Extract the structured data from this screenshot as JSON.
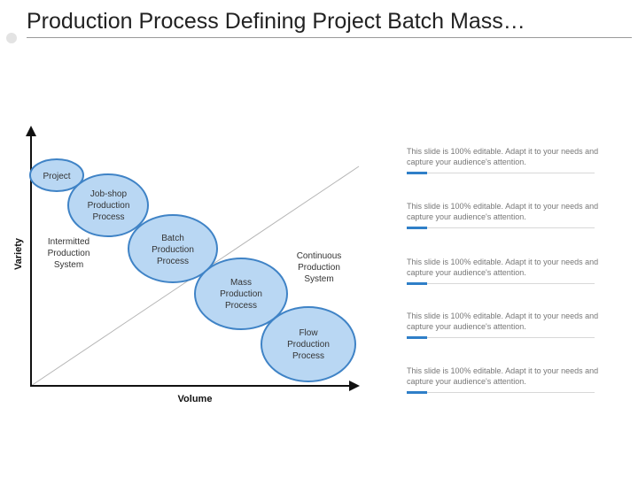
{
  "title": "Production Process Defining Project Batch Mass…",
  "axes": {
    "x_label": "Volume",
    "y_label": "Variety"
  },
  "regions": {
    "left": [
      "Intermitted",
      "Production",
      "System"
    ],
    "right": [
      "Continuous",
      "Production",
      "System"
    ]
  },
  "circles": [
    {
      "lines": [
        "Project"
      ]
    },
    {
      "lines": [
        "Job-shop",
        "Production",
        "Process"
      ]
    },
    {
      "lines": [
        "Batch",
        "Production",
        "Process"
      ]
    },
    {
      "lines": [
        "Mass",
        "Production",
        "Process"
      ]
    },
    {
      "lines": [
        "Flow",
        "Production",
        "Process"
      ]
    }
  ],
  "side_items": [
    {
      "text": "This slide is 100% editable. Adapt it to your needs and capture your audience's attention."
    },
    {
      "text": "This slide is 100% editable. Adapt it to your needs and capture your audience's attention."
    },
    {
      "text": "This slide is 100% editable. Adapt it to your needs and capture your audience's attention."
    },
    {
      "text": "This slide is 100% editable. Adapt it to your needs and capture your audience's attention."
    },
    {
      "text": "This slide is 100% editable. Adapt it to your needs and capture your audience's attention."
    }
  ],
  "colors": {
    "circle_fill": "#b9d7f3",
    "circle_stroke": "#3f83c6",
    "accent": "#2f7fc8"
  }
}
